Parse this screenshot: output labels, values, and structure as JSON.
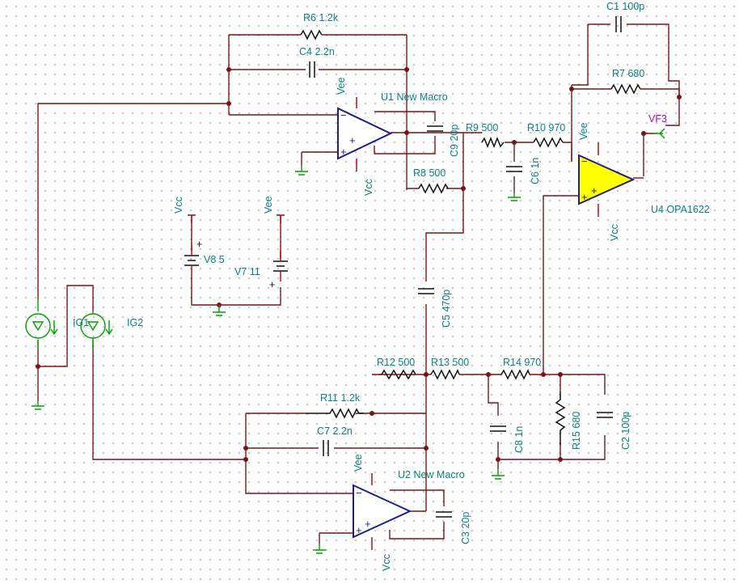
{
  "colors": {
    "wire": "#7a1414",
    "component": "#111111",
    "label": "#0a7f87",
    "opamp_outline": "#1d1d8a",
    "highlight": "#ffff00",
    "pin": "#b40000",
    "source": "#00a000",
    "probe": "#b000b0"
  },
  "components": {
    "r6": "R6 1.2k",
    "c4": "C4 2.2n",
    "u1": "U1 New Macro",
    "c9": "C9 20p",
    "r8": "R8 500",
    "r9": "R9 500",
    "c6": "C6 1n",
    "r10": "R10 970",
    "c1": "C1 100p",
    "r7": "R7 680",
    "vf3": "VF3",
    "u4": "U4 OPA1622",
    "v8": "V8 5",
    "v7": "V7 11",
    "ig1": "IG1",
    "ig2": "IG2",
    "c5": "C5 470p",
    "r12": "R12 500",
    "r13": "R13 500",
    "r14": "R14 970",
    "c8": "C8 1n",
    "r15": "R15 680",
    "c2": "C2 100p",
    "r11": "R11 1.2k",
    "c7": "C7 2.2n",
    "u2": "U2 New Macro",
    "c3": "C3 20p"
  },
  "supply_labels": {
    "vcc": "Vcc",
    "vee": "Vee"
  },
  "pin_signs": {
    "minus": "−",
    "plus": "+"
  }
}
